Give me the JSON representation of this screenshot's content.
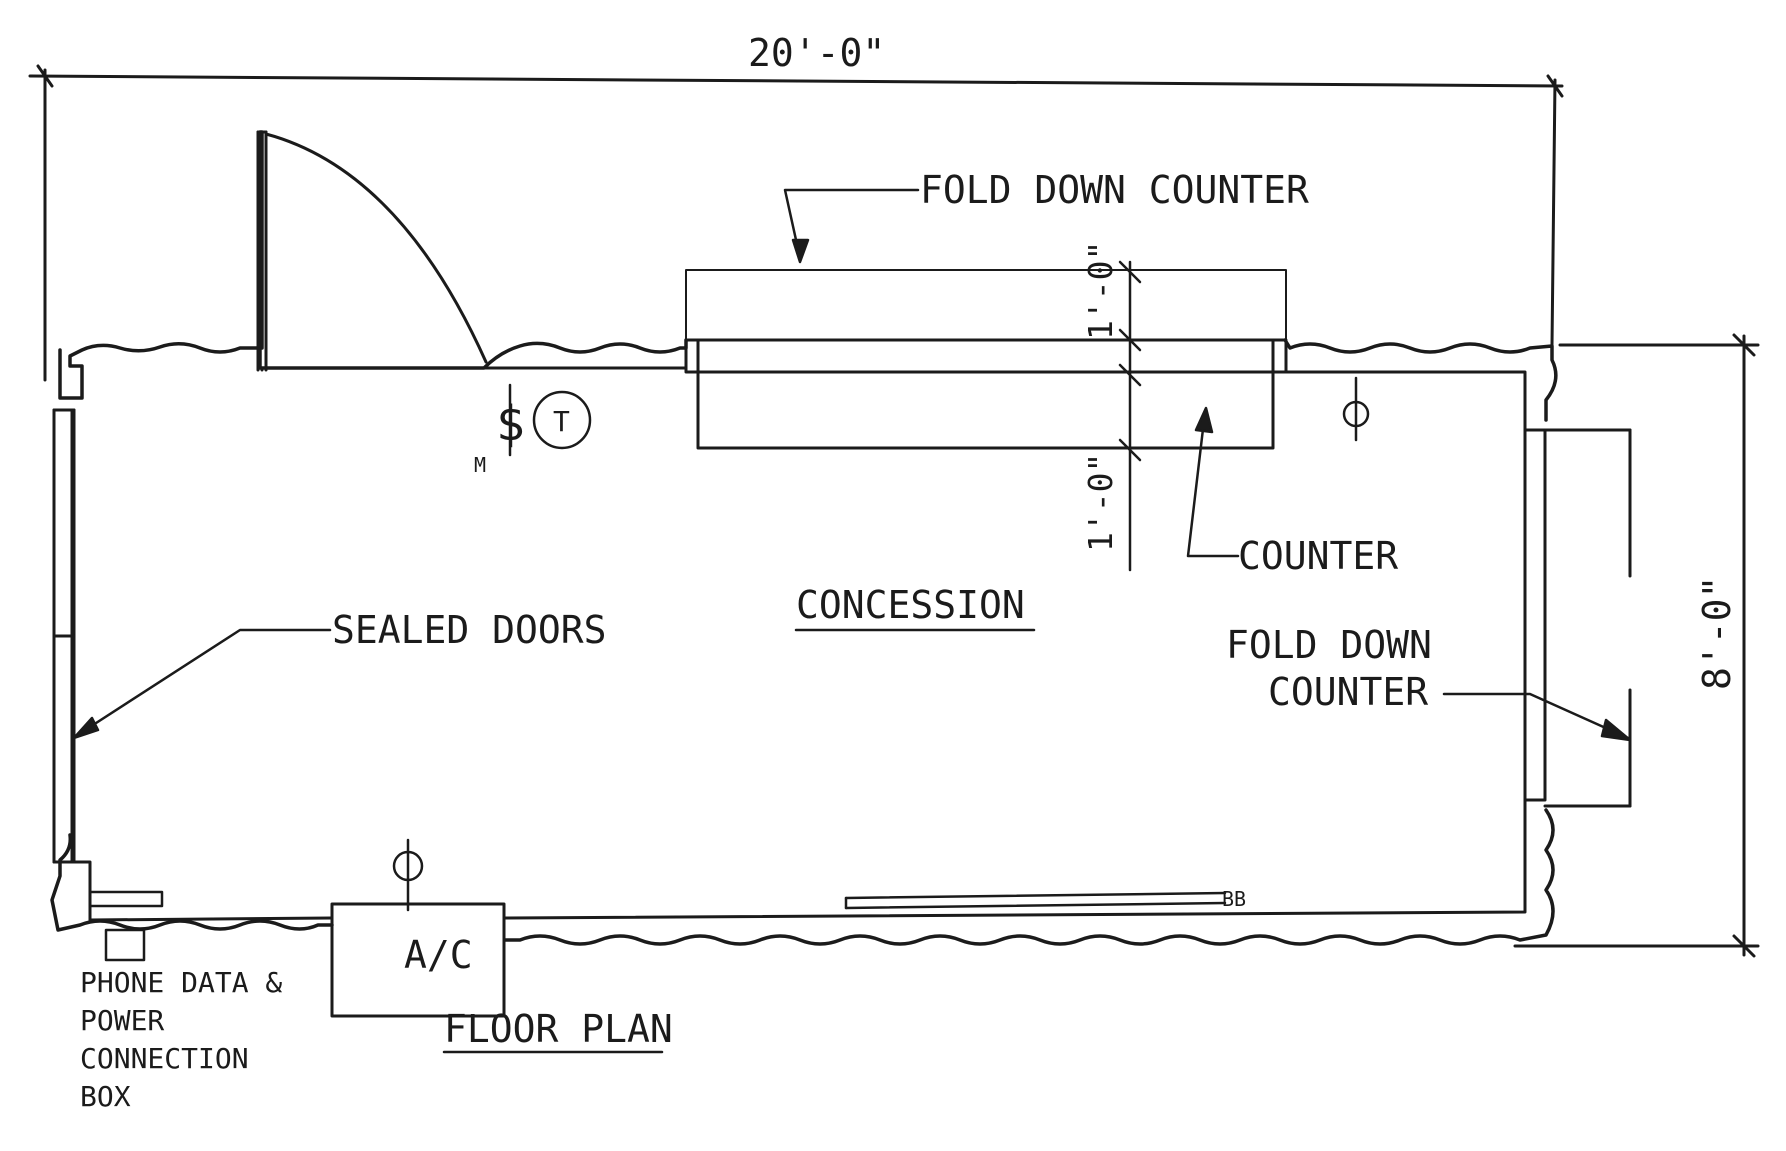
{
  "drawing": {
    "title": "FLOOR PLAN",
    "room_name": "CONCESSION"
  },
  "dimensions": {
    "overall_length": "20'-0\"",
    "overall_width": "8'-0\"",
    "fold_down_counter_depth": "1'-0\"",
    "counter_depth": "1'-0\""
  },
  "labels": {
    "fold_down_counter_top": "FOLD DOWN COUNTER",
    "counter": "COUNTER",
    "sealed_doors": "SEALED DOORS",
    "fold_down_counter_right_line1": "FOLD DOWN",
    "fold_down_counter_right_line2": "COUNTER",
    "ac_unit": "A/C",
    "baseboard": "BB",
    "switch_symbol": "$",
    "switch_subscript": "M",
    "thermostat_symbol": "T",
    "connection_box_line1": "PHONE DATA &",
    "connection_box_line2": "POWER",
    "connection_box_line3": "CONNECTION",
    "connection_box_line4": "BOX"
  },
  "colors": {
    "ink": "#1b1b1b",
    "background": "#ffffff"
  }
}
